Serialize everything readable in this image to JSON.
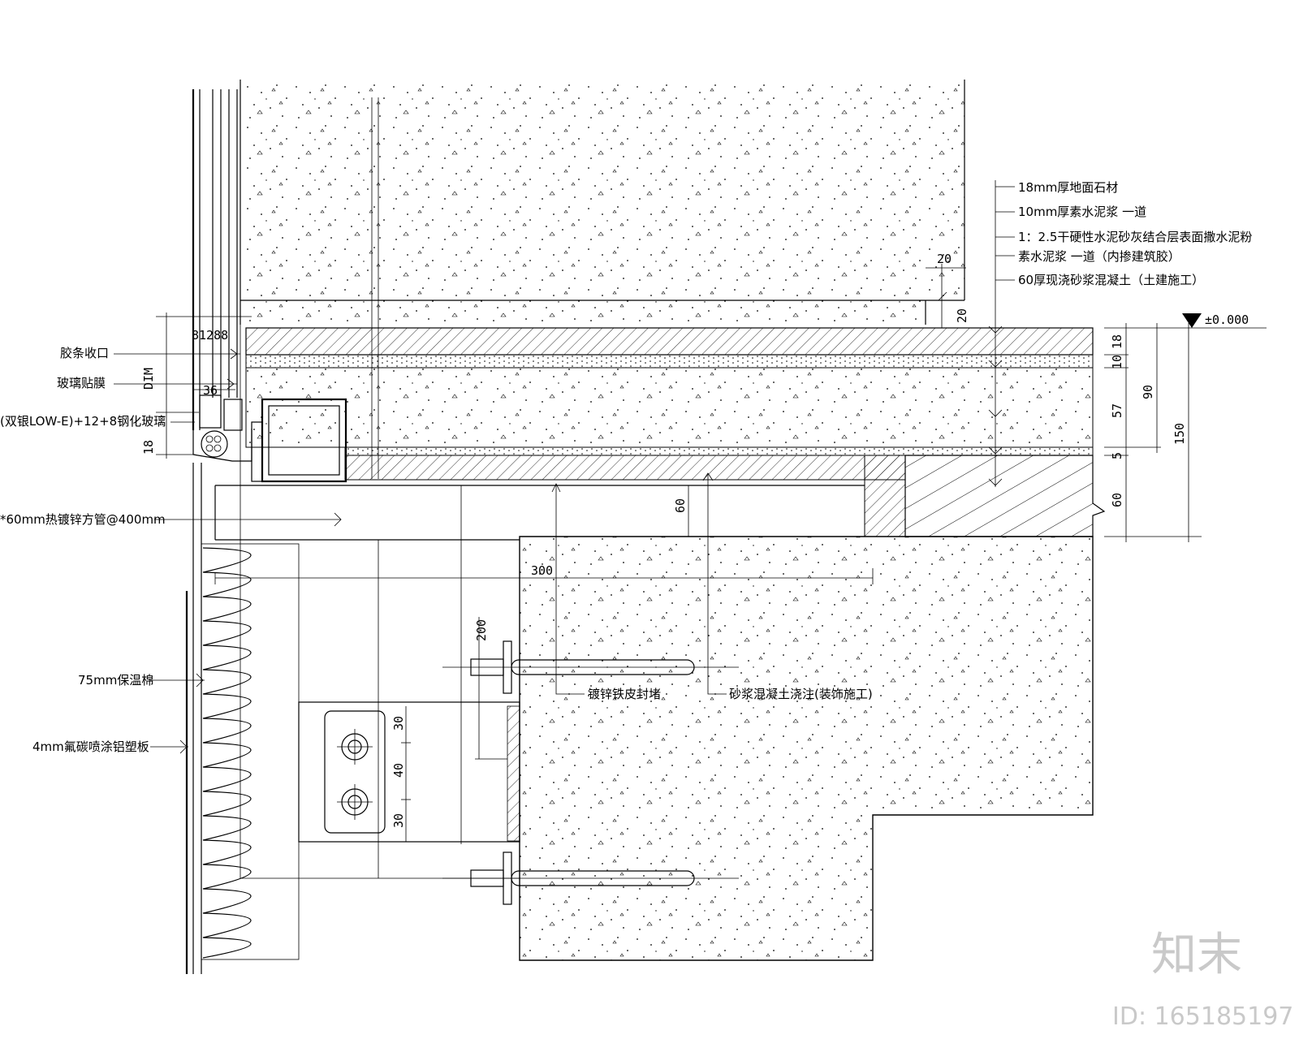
{
  "layers": {
    "stone": "18mm厚地面石材",
    "cement_slurry": "10mm厚素水泥浆 一道",
    "mortar": "1：2.5干硬性水泥砂灰结合层表面撒水泥粉",
    "slurry_glue": "素水泥浆 一道（内掺建筑胶）",
    "concrete": "60厚现浇砂浆混凝土（土建施工）"
  },
  "elevation": "±0.000",
  "left_labels": {
    "sealant": "胶条收口",
    "glass_film": "玻璃贴膜",
    "glass": "(双银LOW-E)+12+8钢化玻璃",
    "tube": "*60mm热镀锌方管@400mm",
    "insulation": "75mm保温棉",
    "panel": "4mm氟碳喷涂铝塑板"
  },
  "center_labels": {
    "galvanized": "镀锌铁皮封堵",
    "mortar_pour": "砂浆混凝土浇注(装饰施工)"
  },
  "dims": {
    "top_small": "20",
    "side_20": "20",
    "frame": "81288",
    "dim_text": "DIM",
    "d36": "36",
    "d18": "18",
    "r18": "18",
    "r10": "10",
    "r57": "57",
    "r5": "5",
    "r60": "60",
    "r90": "90",
    "r150": "150",
    "d60": "60",
    "d300": "300",
    "d200": "200",
    "d30a": "30",
    "d40": "40",
    "d30b": "30"
  },
  "watermark": {
    "logo": "知末",
    "id": "ID: 165185197"
  }
}
